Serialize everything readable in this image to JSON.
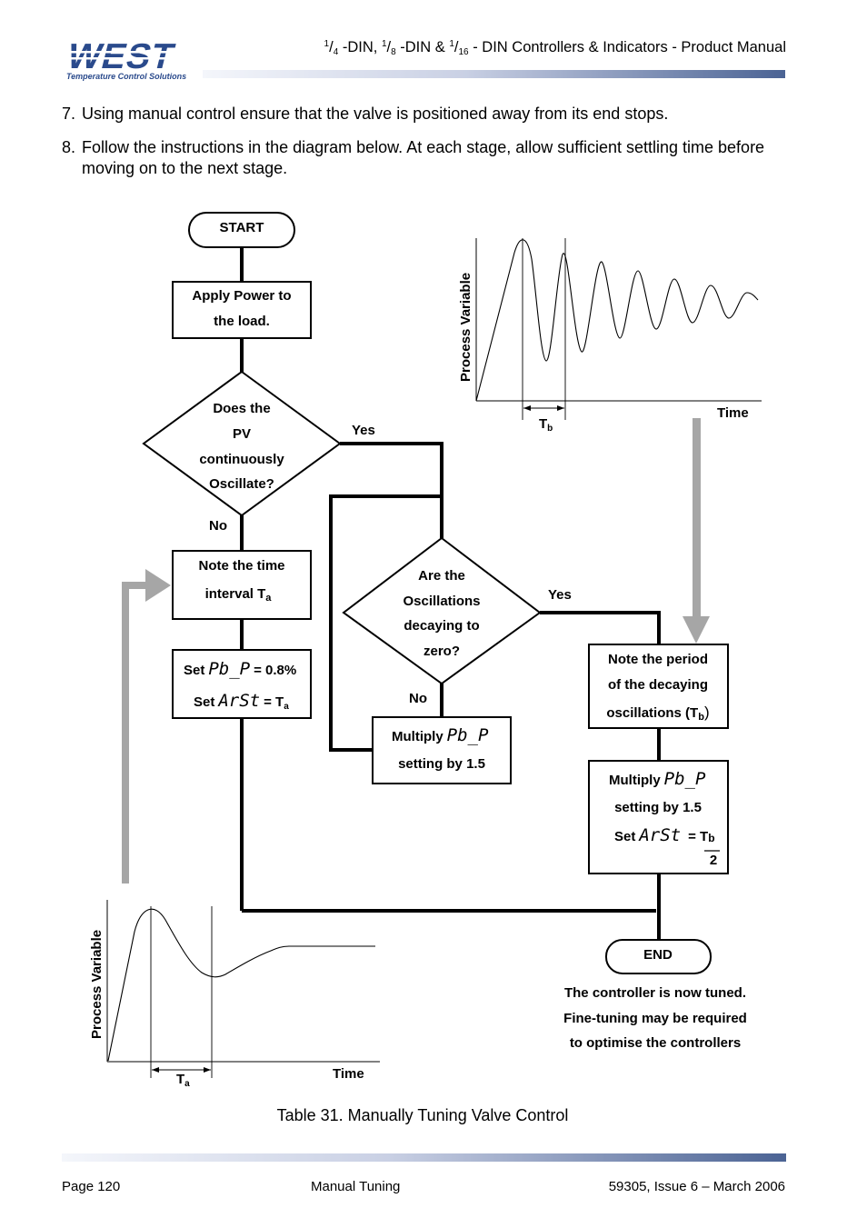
{
  "header": {
    "logo_text": "WEST",
    "logo_tagline": "Temperature Control Solutions",
    "title_parts": [
      "1",
      "4",
      " -DIN, ",
      "1",
      "8",
      " -DIN & ",
      "1",
      "16",
      " - DIN Controllers & Indicators - Product Manual"
    ]
  },
  "steps": [
    {
      "number": "7.",
      "text": "Using manual control ensure that the valve is positioned away from its end stops."
    },
    {
      "number": "8.",
      "text": "Follow the instructions in the diagram below. At each stage, allow sufficient settling time before moving on to the next stage."
    }
  ],
  "flowchart": {
    "start": "START",
    "apply_power": [
      "Apply Power to",
      "the load."
    ],
    "decision1": [
      "Does the",
      "PV",
      "continuously",
      "Oscillate?"
    ],
    "decision1_yes": "Yes",
    "decision1_no": "No",
    "note_ta": [
      "Note the time",
      "interval T",
      "a"
    ],
    "set_box": {
      "set": "Set",
      "pbp_code": "Pb_P",
      "pbp_value": "= 0.8%",
      "arst_code": "ArSt",
      "arst_value": "= T",
      "arst_sub": "a"
    },
    "decision2": [
      "Are the",
      "Oscillations",
      "decaying to",
      "zero?"
    ],
    "decision2_yes": "Yes",
    "decision2_no": "No",
    "multiply_box": {
      "multiply": "Multiply",
      "code": "Pb_P",
      "text": "setting by 1.5"
    },
    "note_tb": [
      "Note the period",
      "of the decaying",
      "oscillations (T",
      "b",
      ")"
    ],
    "final_box": {
      "multiply": "Multiply",
      "code": "Pb_P",
      "text": "setting by 1.5",
      "set": "Set",
      "arst_code": "ArSt",
      "arst_value": "= T",
      "arst_sub": "b",
      "divisor": "2"
    },
    "end": "END",
    "end_note": [
      "The controller is now tuned.",
      "Fine-tuning may be required",
      "to optimise the controllers"
    ]
  },
  "graphs": {
    "top": {
      "ylabel": "Process Variable",
      "xlabel": "Time",
      "period_label": "T",
      "period_sub": "b"
    },
    "bottom": {
      "ylabel": "Process Variable",
      "xlabel": "Time",
      "period_label": "T",
      "period_sub": "a"
    }
  },
  "caption": "Table 31. Manually Tuning Valve Control",
  "footer": {
    "page": "Page 120",
    "section": "Manual Tuning",
    "doc": "59305, Issue 6 – March 2006"
  },
  "colors": {
    "logo_blue": "#2a4a8c",
    "rule_dark": "#4b6394",
    "arrow_grey": "#a6a6a6"
  }
}
